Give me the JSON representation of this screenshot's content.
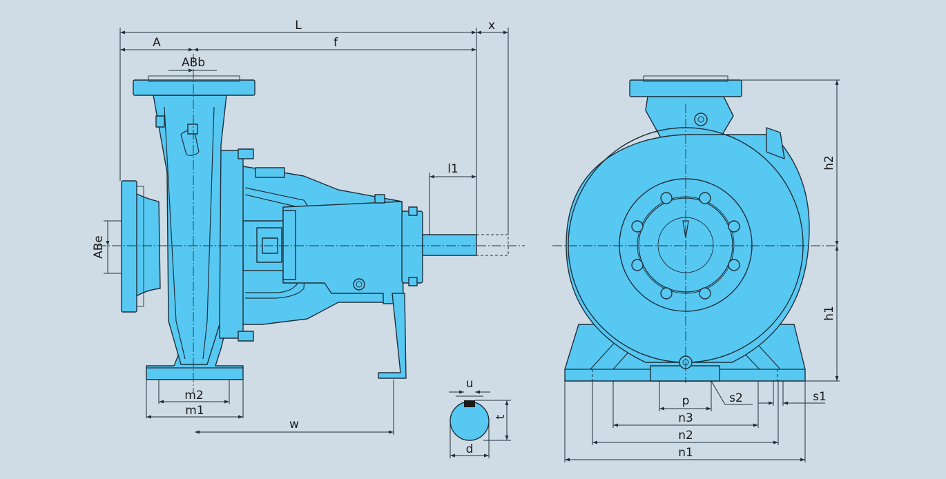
{
  "dimensions": {
    "L": "L",
    "x": "x",
    "A": "A",
    "f": "f",
    "ABb": "ABb",
    "ABe": "ABe",
    "l1": "l1",
    "m2": "m2",
    "m1": "m1",
    "w": "w",
    "u": "u",
    "t": "t",
    "d": "d",
    "h2": "h2",
    "h1": "h1",
    "p": "p",
    "s2": "s2",
    "s1": "s1",
    "n3": "n3",
    "n2": "n2",
    "n1": "n1"
  },
  "colors": {
    "background": "#cfdbe5",
    "body": "#57c8f2",
    "stroke": "#1f2f3a"
  }
}
